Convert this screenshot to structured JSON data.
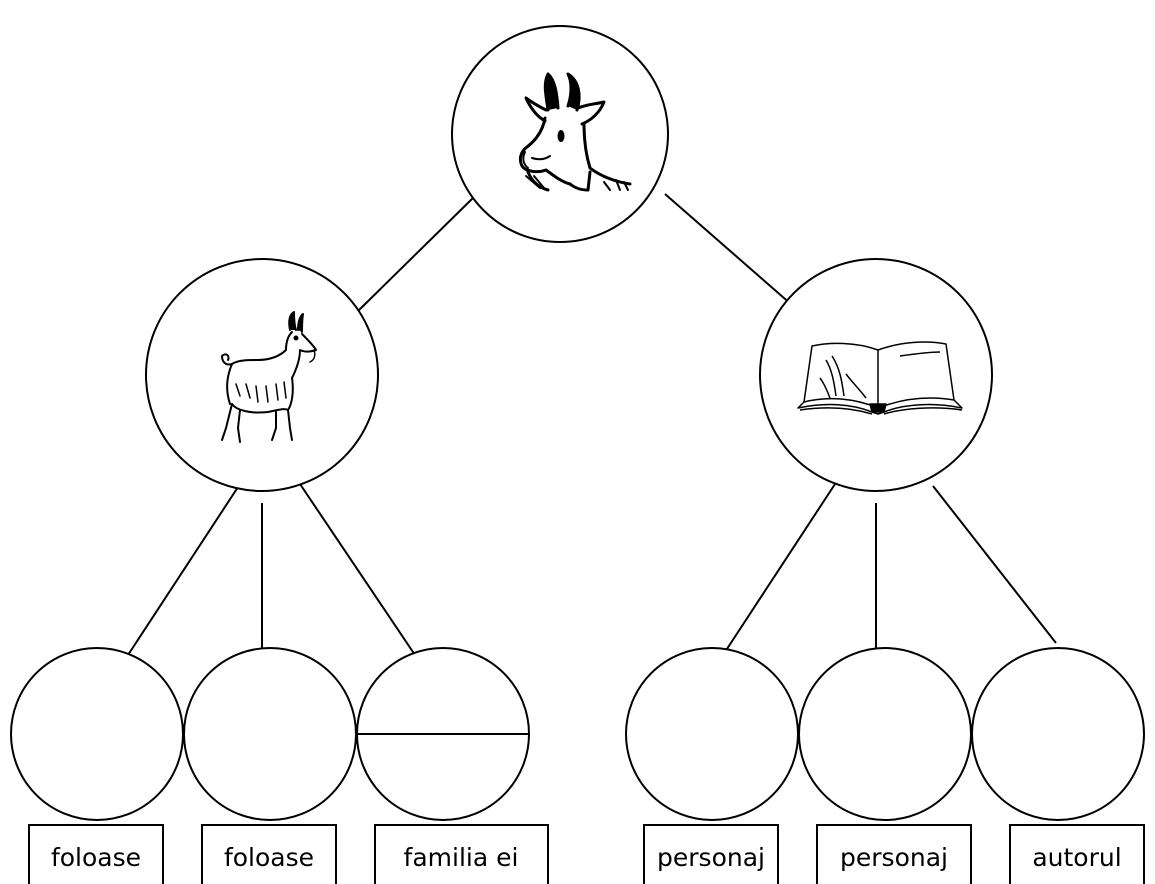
{
  "root": {
    "icon": "goat-head-icon"
  },
  "branches": [
    {
      "icon": "goat-icon",
      "labels": [
        "foloase",
        "foloase",
        "familia ei"
      ]
    },
    {
      "icon": "open-book-icon",
      "labels": [
        "personaj",
        "personaj",
        "autorul"
      ]
    }
  ],
  "colors": {
    "line": "#000000",
    "background": "#ffffff"
  }
}
